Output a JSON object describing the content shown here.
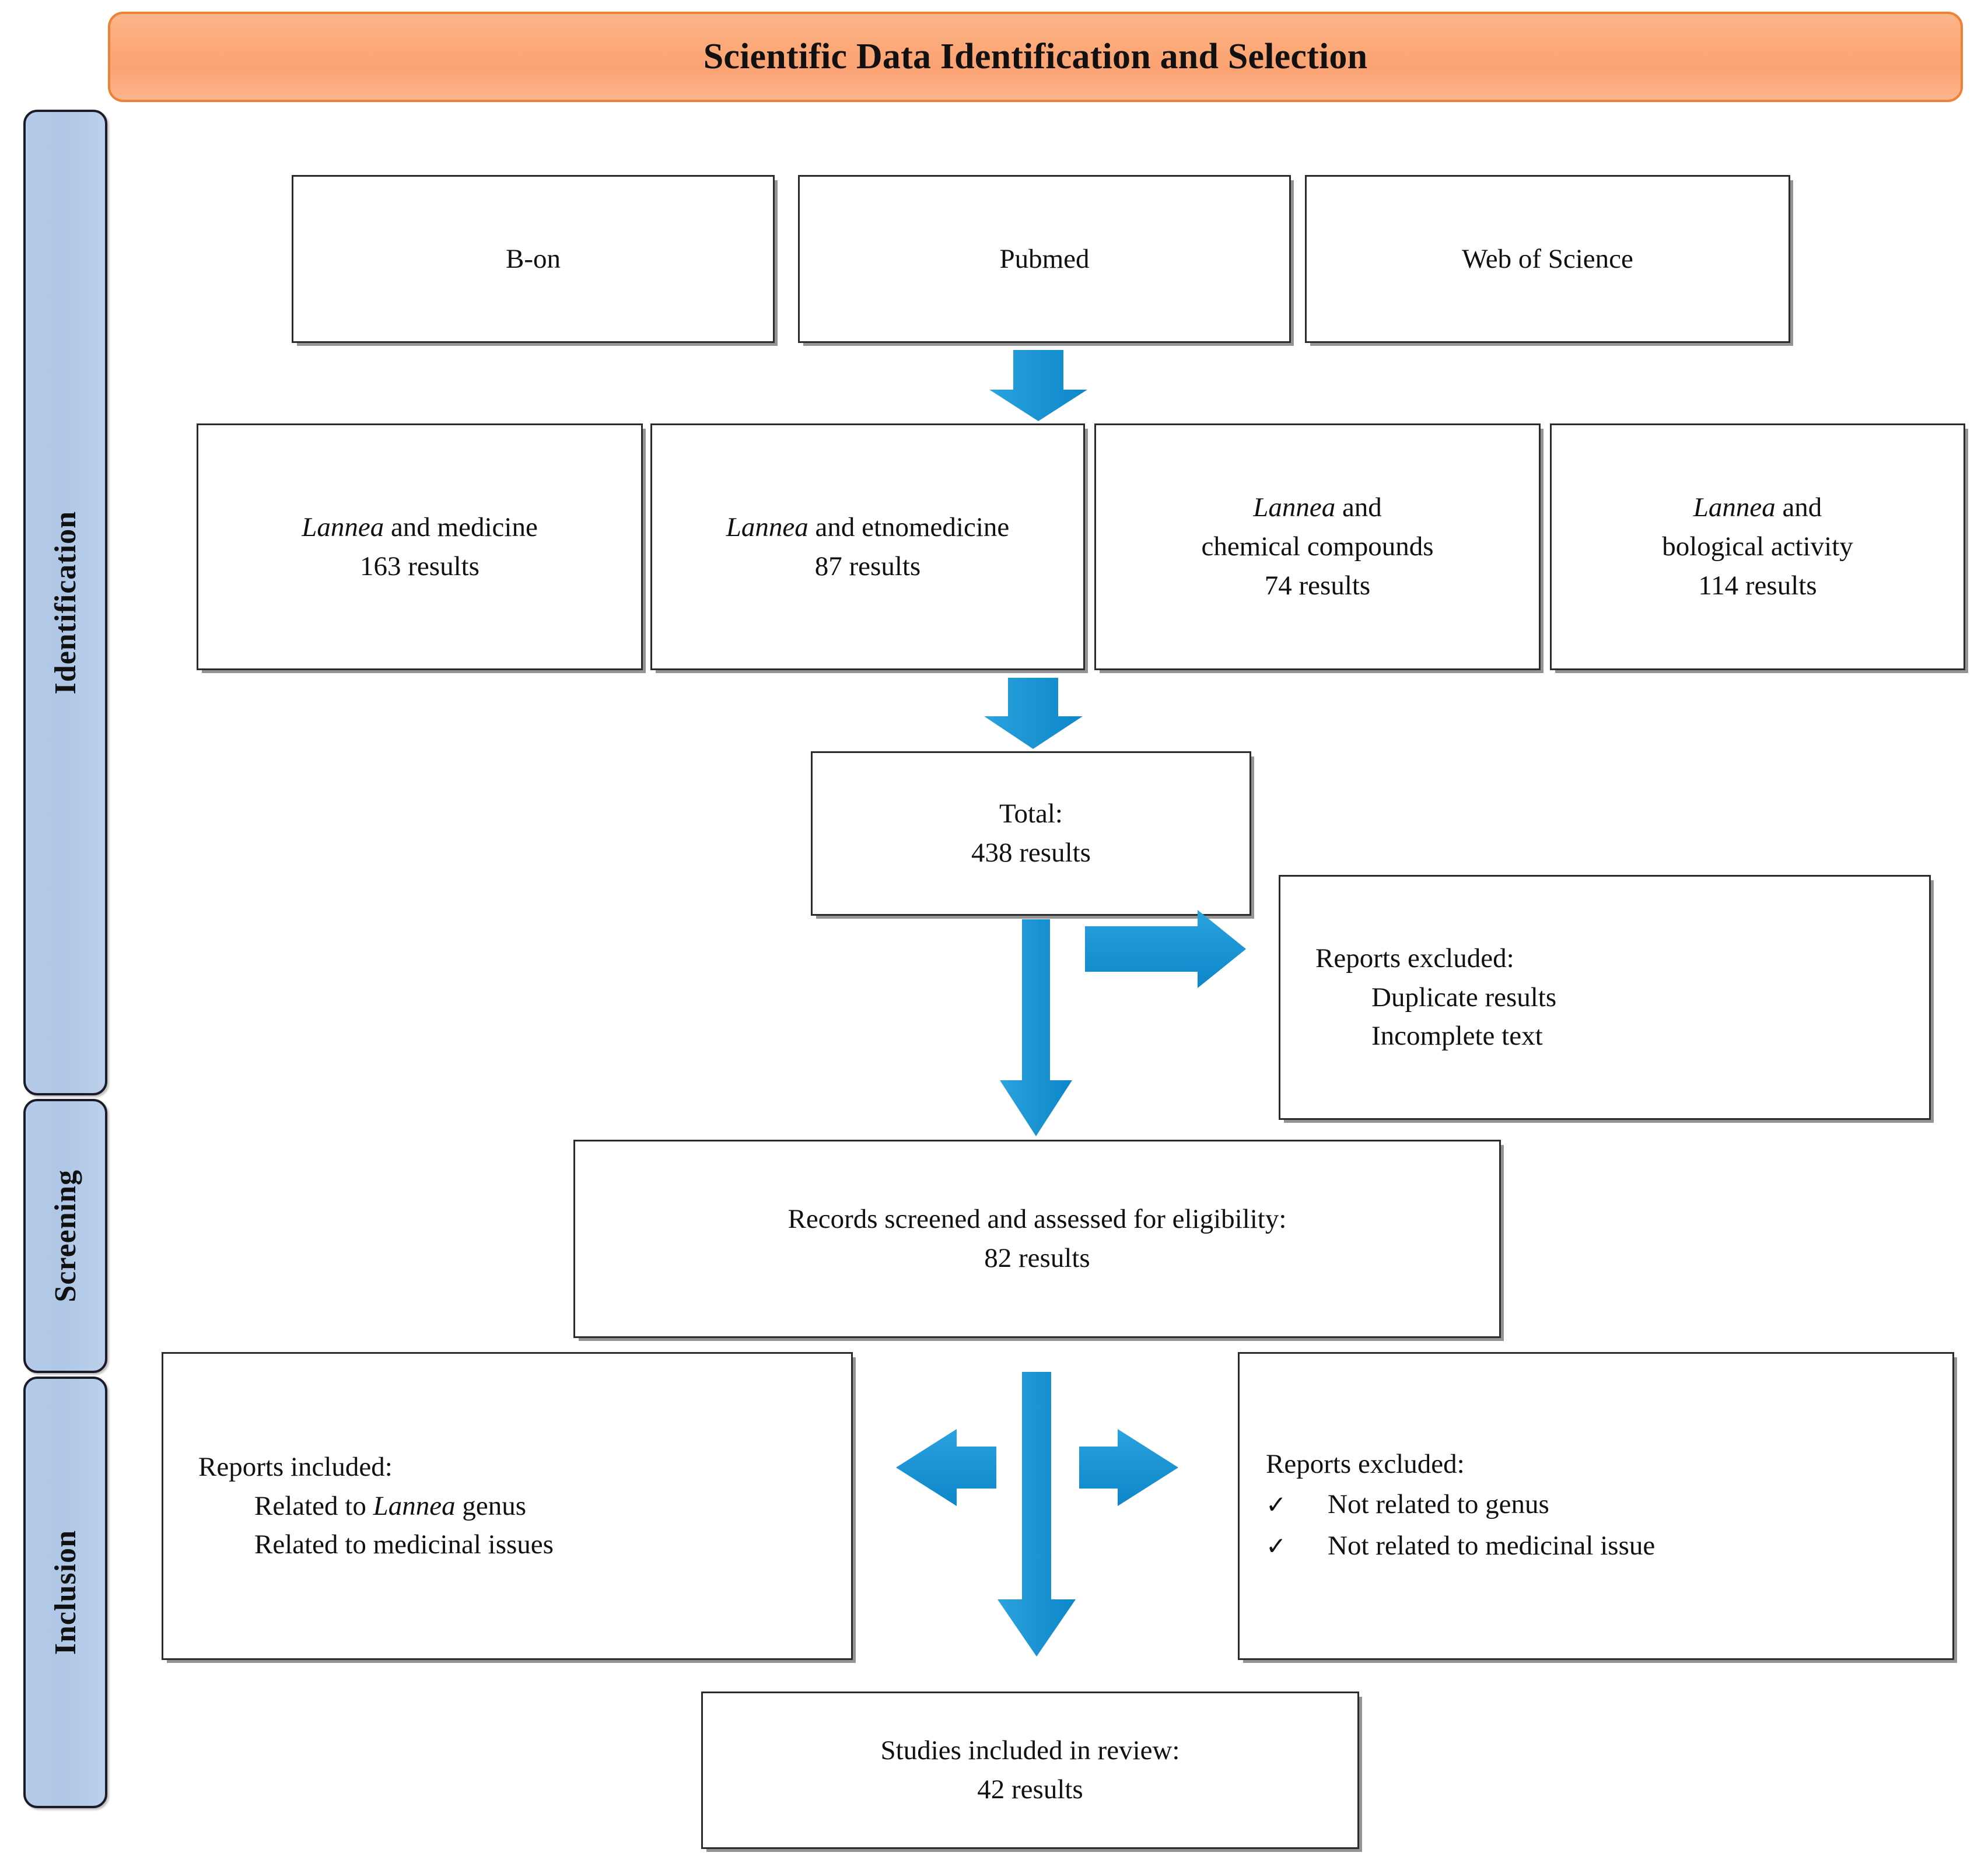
{
  "header": {
    "title": "Scientific Data Identification and Selection",
    "banner_color": "#FBA973",
    "banner_border_color": "#ED8136"
  },
  "phases": [
    {
      "id": "identification",
      "label": "Identification"
    },
    {
      "id": "screening",
      "label": "Screening"
    },
    {
      "id": "inclusion",
      "label": "Inclusion"
    }
  ],
  "phase_bar_color": "#B3C9E7",
  "arrow_color": "#1E96D5",
  "databases": [
    {
      "name": "B-on"
    },
    {
      "name": "Pubmed"
    },
    {
      "name": "Web of Science"
    }
  ],
  "queries": [
    {
      "term_italic": "Lannea",
      "term_rest": " and medicine",
      "term_line2": "",
      "results": "163 results"
    },
    {
      "term_italic": "Lannea",
      "term_rest": " and etnomedicine",
      "term_line2": "",
      "results": "87 results"
    },
    {
      "term_italic": "Lannea",
      "term_rest": " and",
      "term_line2": "chemical compounds",
      "results": "74 results"
    },
    {
      "term_italic": "Lannea",
      "term_rest": " and",
      "term_line2": "bological activity",
      "results": "114 results"
    }
  ],
  "total": {
    "label": "Total:",
    "results": "438 results"
  },
  "excluded_screening": {
    "heading": "Reports excluded:",
    "items": [
      "Duplicate results",
      "Incomplete text"
    ]
  },
  "screened": {
    "label": "Records screened and assessed for eligibility:",
    "results": "82 results"
  },
  "included_reports": {
    "heading": "Reports included:",
    "item1_pre": "Related to ",
    "item1_italic": "Lannea",
    "item1_post": " genus",
    "item2": "Related to medicinal issues"
  },
  "excluded_inclusion": {
    "heading": "Reports excluded:",
    "check_glyph": "✓",
    "items": [
      "Not related to genus",
      "Not related to medicinal issue"
    ]
  },
  "studies": {
    "label": "Studies included in review:",
    "results": "42 results"
  },
  "chart_data": {
    "type": "table",
    "title": "Scientific Data Identification and Selection",
    "categories": [
      "Lannea and medicine",
      "Lannea and etnomedicine",
      "Lannea and chemical compounds",
      "Lannea and bological activity",
      "Total",
      "Records screened and assessed for eligibility",
      "Studies included in review"
    ],
    "values": [
      163,
      87,
      74,
      114,
      438,
      82,
      42
    ],
    "ylabel": "results"
  }
}
